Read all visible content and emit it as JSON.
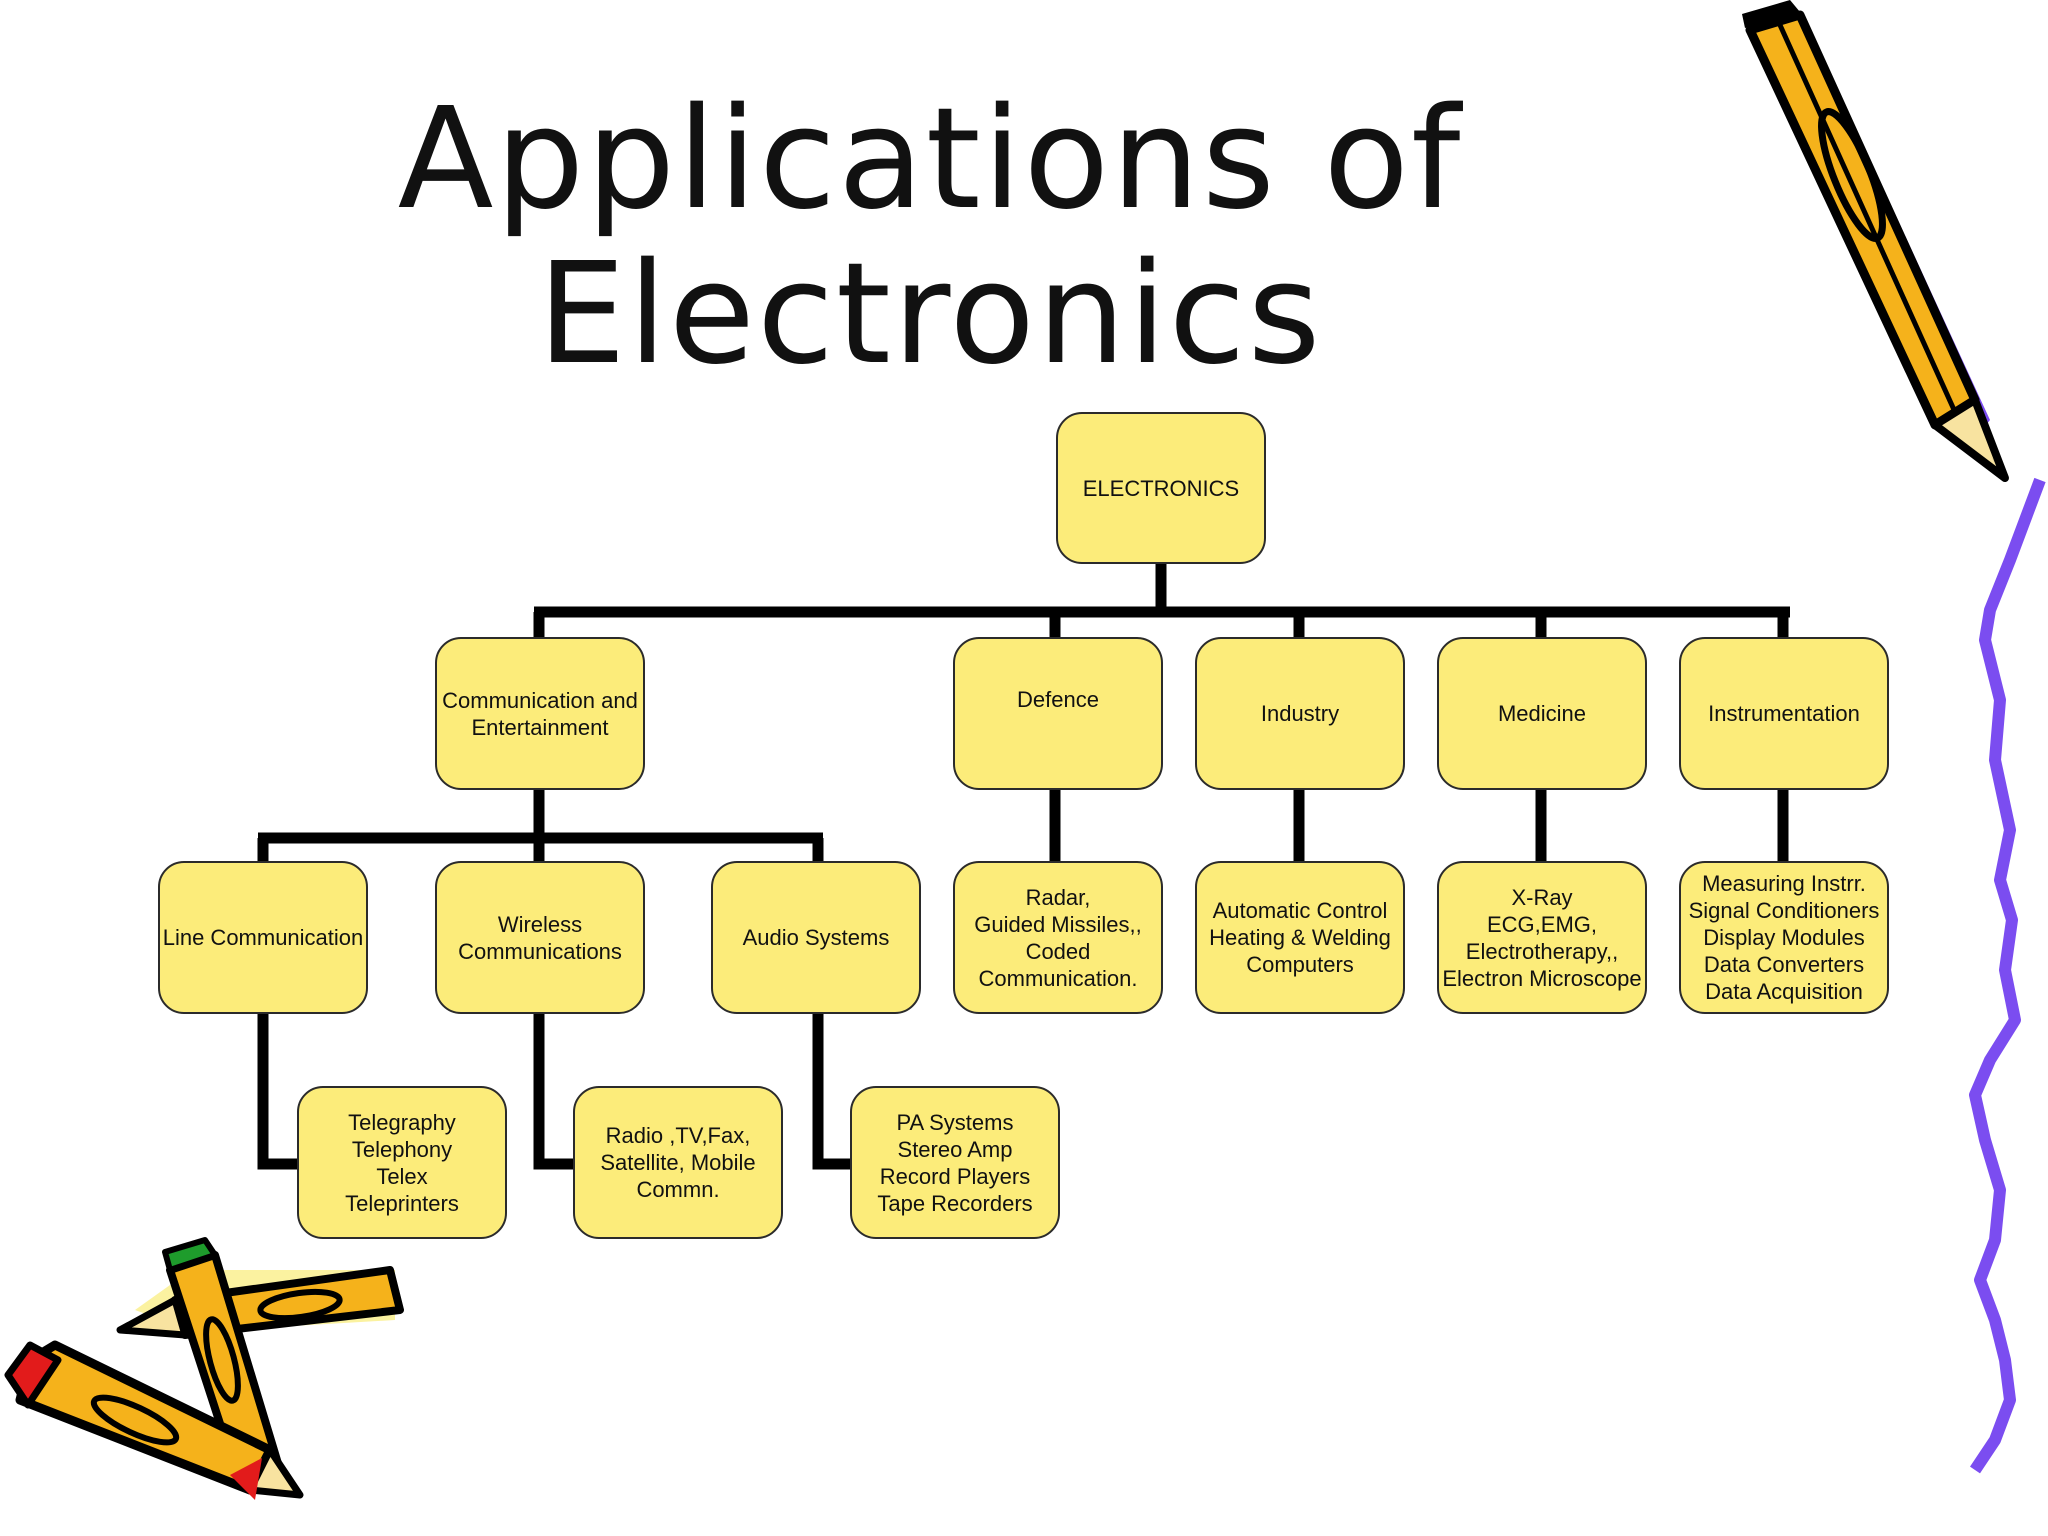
{
  "title": {
    "line1": "Applications of",
    "line2": "Electronics"
  },
  "diagram": {
    "root": "ELECTRONICS",
    "comm": "Communication and\nEntertainment",
    "defence": "Defence",
    "industry": "Industry",
    "medicine": "Medicine",
    "instrumentation": "Instrumentation",
    "line_comm": "Line Communication",
    "wireless": "Wireless\nCommunications",
    "audio": "Audio Systems",
    "defence_items": "Radar,\nGuided Missiles,,\nCoded\nCommunication.",
    "industry_items": "Automatic Control\nHeating & Welding\nComputers",
    "medicine_items": "X-Ray\nECG,EMG,\nElectrotherapy,,\nElectron Microscope",
    "instrumentation_items": "Measuring Instrr.\nSignal Conditioners\nDisplay Modules\nData Converters\nData Acquisition",
    "line_comm_items": "Telegraphy\nTelephony\nTelex\nTeleprinters",
    "wireless_items": "Radio ,TV,Fax,\nSatellite, Mobile\nCommn.",
    "audio_items": "PA Systems\nStereo Amp\nRecord Players\nTape Recorders"
  },
  "colors": {
    "box_fill": "#fcec7a",
    "connector": "#000000",
    "squiggle": "#7b4df0",
    "pencil_body": "#f5b21b"
  }
}
